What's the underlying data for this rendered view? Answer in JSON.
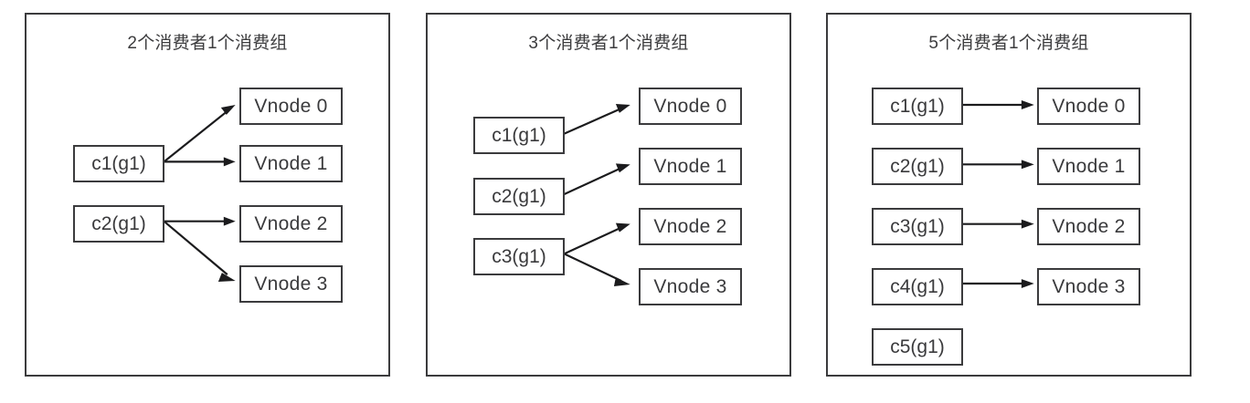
{
  "figure": {
    "type": "diagram",
    "description": "Consumer group to vnode assignment diagram, three panels",
    "background_color": "#ffffff",
    "stroke_color": "#3b3b3d",
    "arrow_color": "#1b1b1d",
    "text_color": "#3a3a3c"
  },
  "panels": [
    {
      "id": "panel-2-consumers",
      "title": "2个消费者1个消费组",
      "consumers": [
        {
          "label": "c1(g1)"
        },
        {
          "label": "c2(g1)"
        }
      ],
      "vnodes": [
        {
          "label": "Vnode 0"
        },
        {
          "label": "Vnode 1"
        },
        {
          "label": "Vnode 2"
        },
        {
          "label": "Vnode 3"
        }
      ],
      "assignments": [
        {
          "from": "c1(g1)",
          "to": "Vnode 0"
        },
        {
          "from": "c1(g1)",
          "to": "Vnode 1"
        },
        {
          "from": "c2(g1)",
          "to": "Vnode 2"
        },
        {
          "from": "c2(g1)",
          "to": "Vnode 3"
        }
      ]
    },
    {
      "id": "panel-3-consumers",
      "title": "3个消费者1个消费组",
      "consumers": [
        {
          "label": "c1(g1)"
        },
        {
          "label": "c2(g1)"
        },
        {
          "label": "c3(g1)"
        }
      ],
      "vnodes": [
        {
          "label": "Vnode 0"
        },
        {
          "label": "Vnode 1"
        },
        {
          "label": "Vnode 2"
        },
        {
          "label": "Vnode 3"
        }
      ],
      "assignments": [
        {
          "from": "c1(g1)",
          "to": "Vnode 0"
        },
        {
          "from": "c2(g1)",
          "to": "Vnode 1"
        },
        {
          "from": "c3(g1)",
          "to": "Vnode 2"
        },
        {
          "from": "c3(g1)",
          "to": "Vnode 3"
        }
      ]
    },
    {
      "id": "panel-5-consumers",
      "title": "5个消费者1个消费组",
      "consumers": [
        {
          "label": "c1(g1)"
        },
        {
          "label": "c2(g1)"
        },
        {
          "label": "c3(g1)"
        },
        {
          "label": "c4(g1)"
        },
        {
          "label": "c5(g1)"
        }
      ],
      "vnodes": [
        {
          "label": "Vnode 0"
        },
        {
          "label": "Vnode 1"
        },
        {
          "label": "Vnode 2"
        },
        {
          "label": "Vnode 3"
        }
      ],
      "assignments": [
        {
          "from": "c1(g1)",
          "to": "Vnode 0"
        },
        {
          "from": "c2(g1)",
          "to": "Vnode 1"
        },
        {
          "from": "c3(g1)",
          "to": "Vnode 2"
        },
        {
          "from": "c4(g1)",
          "to": "Vnode 3"
        },
        {
          "from": "c5(g1)",
          "to": null
        }
      ]
    }
  ]
}
